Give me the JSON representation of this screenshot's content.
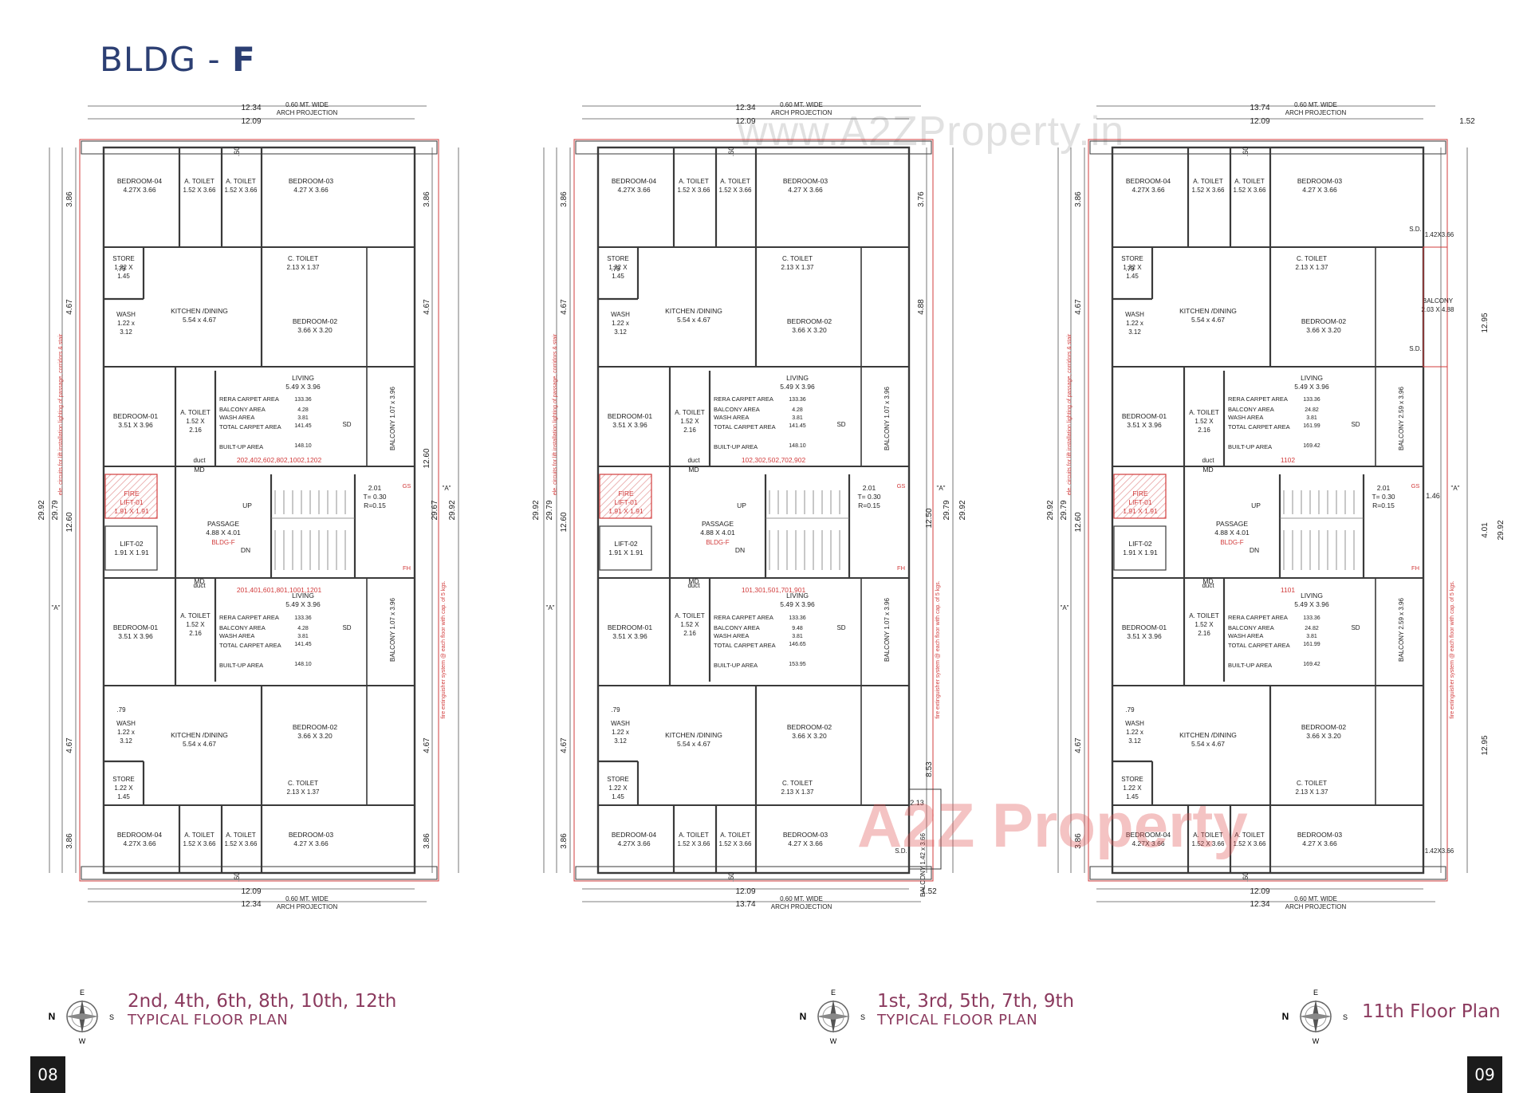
{
  "title": {
    "prefix": "BLDG - ",
    "letter": "F"
  },
  "watermark": {
    "top": "www.A2ZProperty.in",
    "center": "A2Z Property"
  },
  "plans": [
    {
      "id": "left",
      "top_dims": [
        "12.34",
        "12.09",
        "0.60 MT. WIDE",
        "ARCH PROJECTION"
      ],
      "bottom_dims": [
        "12.09",
        "12.34",
        "0.60 MT. WIDE",
        "ARCH PROJECTION"
      ],
      "side_left": [
        "3.86",
        "4.67",
        "12.60",
        "29.92",
        "29.79",
        "4.67",
        "3.86"
      ],
      "side_right": [
        "3.86",
        "4.67",
        "12.60",
        "29.67",
        "29.92",
        "4.67",
        "3.86"
      ],
      "units_top": "202,402,602,802,1002,1202",
      "units_bottom": "201,401,601,801,1001,1201",
      "caption_floors": "2nd, 4th, 6th, 8th, 10th, 12th",
      "caption_type": "TYPICAL FLOOR PLAN",
      "area_top": {
        "rera": "133.36",
        "balcony": "4.28",
        "wash": "3.81",
        "total": "141.45",
        "builtup": "148.10"
      },
      "area_bottom": {
        "rera": "133.36",
        "balcony": "4.28",
        "wash": "3.81",
        "total": "141.45",
        "builtup": "148.10"
      },
      "balcony_top": "BALCONY 1.07 x 3.96",
      "balcony_bottom": "BALCONY 1.07 x 3.96"
    },
    {
      "id": "middle",
      "top_dims": [
        "12.34",
        "12.09",
        "0.60 MT. WIDE",
        "ARCH PROJECTION"
      ],
      "bottom_dims": [
        "12.09",
        "13.74",
        "0.60 MT. WIDE",
        "ARCH PROJECTION",
        "1.52"
      ],
      "side_left": [
        "3.86",
        "4.67",
        "12.60",
        "29.92",
        "29.79",
        "4.67",
        "3.86"
      ],
      "side_right": [
        "3.76",
        "4.88",
        "12.50",
        "29.79",
        "29.92",
        "8.53"
      ],
      "units_top": "102,302,502,702,902",
      "units_bottom": "101,301,501,701,901",
      "caption_floors": "1st, 3rd, 5th, 7th, 9th",
      "caption_type": "TYPICAL FLOOR PLAN",
      "area_top": {
        "rera": "133.36",
        "balcony": "4.28",
        "wash": "3.81",
        "total": "141.45",
        "builtup": "148.10"
      },
      "area_bottom": {
        "rera": "133.36",
        "balcony": "9.48",
        "wash": "3.81",
        "total": "146.65",
        "builtup": "153.95"
      },
      "balcony_top": "BALCONY 1.07 x 3.96",
      "balcony_bottom": "BALCONY 1.07 x 3.96"
    },
    {
      "id": "right",
      "top_dims": [
        "13.74",
        "12.09",
        "0.60 MT. WIDE",
        "ARCH PROJECTION",
        "1.52"
      ],
      "bottom_dims": [
        "12.09",
        "12.34",
        "0.60 MT. WIDE",
        "ARCH PROJECTION"
      ],
      "side_left": [
        "3.86",
        "4.67",
        "12.60",
        "29.92",
        "29.79",
        "4.67",
        "3.86"
      ],
      "side_right": [
        "12.95",
        "4.01",
        "29.92",
        "12.95"
      ],
      "units_top": "1102",
      "units_bottom": "1101",
      "caption_floors": "11th Floor Plan",
      "caption_type": "",
      "area_top": {
        "rera": "133.36",
        "balcony": "24.82",
        "wash": "3.81",
        "total": "161.99",
        "builtup": "169.42"
      },
      "area_bottom": {
        "rera": "133.36",
        "balcony": "24.82",
        "wash": "3.81",
        "total": "161.99",
        "builtup": "169.42"
      },
      "balcony_top": "BALCONY 2.59 x 3.96",
      "balcony_bottom": "BALCONY 2.59 x 3.96"
    }
  ],
  "rooms": {
    "bedroom04": [
      "BEDROOM-04",
      "4.27X 3.66"
    ],
    "bedroom03": [
      "BEDROOM-03",
      "4.27 X 3.66"
    ],
    "atoilet": [
      "A. TOILET",
      "1.52 X 3.66"
    ],
    "store": [
      "STORE",
      "1.22 X",
      "1.45"
    ],
    "ctoilet": [
      "C. TOILET",
      "2.13 X 1.37"
    ],
    "wash": [
      "WASH",
      "1.22 x",
      "3.12"
    ],
    "kitchen": [
      "KITCHEN /DINING",
      "5.54 x 4.67"
    ],
    "bedroom02": [
      "BEDROOM-02",
      "3.66 X 3.20"
    ],
    "living": [
      "LIVING",
      "5.49 X 3.96"
    ],
    "bedroom01": [
      "BEDROOM-01",
      "3.51 X 3.96"
    ],
    "atoilet2": [
      "A. TOILET",
      "1.52 X",
      "2.16"
    ],
    "passage": [
      "PASSAGE",
      "4.88 X 4.01"
    ],
    "bldg": "BLDG-F",
    "lift01": [
      "FIRE",
      "LIFT-01",
      "1.91 X 1.91"
    ],
    "lift02": [
      "LIFT-02",
      "1.91 X 1.91"
    ],
    "stair": [
      "2.01",
      "T= 0.30",
      "R=0.15"
    ],
    "duct": "duct",
    "md": "MD",
    "up": "UP",
    "dn": "DN",
    "sd": "SD",
    "gs": "GS",
    "fh": "FH",
    "section": "\"A\"",
    "six": ".60",
    "seventy_nine": ".79"
  },
  "area_labels": {
    "rera": "RERA CARPET AREA",
    "balcony": "BALCONY AREA",
    "wash": "WASH AREA",
    "total": "TOTAL CARPET AREA",
    "builtup": "BUILT-UP AREA"
  },
  "notes": {
    "left": "ele. circuits for lift installation lighting of passage, corridors & stair",
    "right": "fire extinguisher system @ each floor with cap. of 5 kgs."
  },
  "right_extra": {
    "balcony_side": [
      "BALCONY",
      "2.03 X 4.88"
    ],
    "sd": "S.D.",
    "side_dim": "1.42X3.66",
    "small": "1.46"
  },
  "middle_extra": {
    "balcony_side": "BALCONY 1.42 x 3.66",
    "dim": "2.13",
    "sd": "S.D."
  },
  "compass": {
    "n": "N",
    "e": "E",
    "s": "S",
    "w": "W"
  },
  "page_numbers": [
    "08",
    "09"
  ],
  "colors": {
    "title": "#2c3f73",
    "caption": "#8b3a5e",
    "red": "#d23c3c",
    "wall": "#3a3a3a",
    "blue": "#7c8fc4"
  }
}
